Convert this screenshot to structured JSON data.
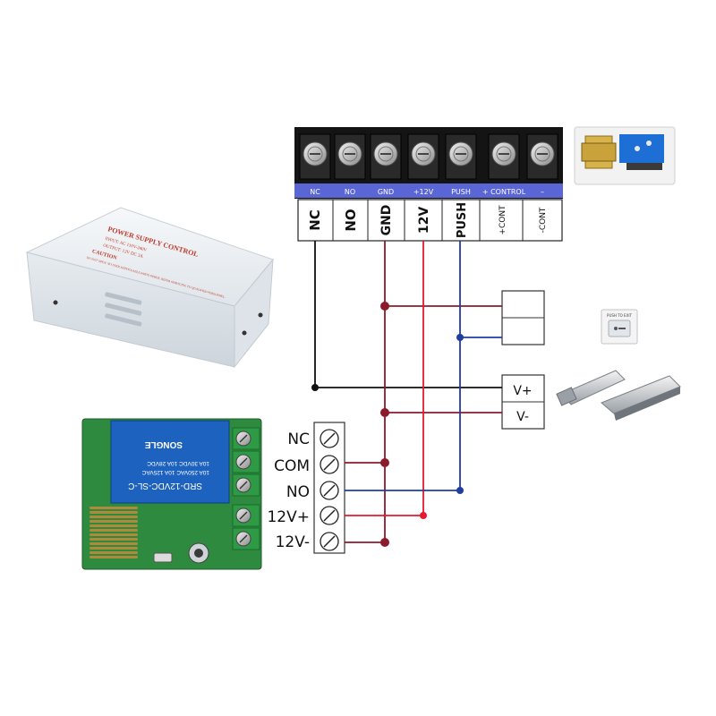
{
  "controller_terminals": {
    "strip_labels": [
      "NC",
      "NO",
      "GND",
      "+12V",
      "PUSH",
      "+ CONTROL",
      "–"
    ],
    "box_labels": [
      "NC",
      "NO",
      "GND",
      "12V",
      "PUSH",
      "+CONT",
      "-CONT"
    ]
  },
  "power_supply_box": {
    "title": "POWER SUPPLY CONTROL",
    "input_line": "INPUT: AC 110V-240V",
    "output_line": "OUTPUT: 12V DC 3A",
    "caution_title": "CAUTION",
    "caution_text": "DO NOT OPEN. NO USER SERVICEABLE PARTS INSIDE. REFER SERVICING TO QUALIFIED PERSONNEL."
  },
  "relay_module": {
    "relay_text_1": "SRD-12VDC-SL-C",
    "relay_text_2": "10A 250VAC 10A 125VAC",
    "relay_text_3": "10A 30VDC 10A 28VDC",
    "brand": "SONGLE",
    "terminals": [
      "NC",
      "COM",
      "NO",
      "12V+",
      "12V-"
    ]
  },
  "lock_terminals": [
    "V+",
    "V-"
  ],
  "exit_button_text": "PUSH TO EXIT",
  "colors": {
    "wire_black": "#111111",
    "wire_maroon": "#8b1a2b",
    "wire_red": "#e8192c",
    "wire_blue": "#1f3ea0",
    "terminal_strip": "#141414",
    "strip_label_bg": "#5b66d6",
    "pcb_green": "#2e8a3e",
    "relay_blue": "#1e62c0",
    "terminal_green": "#2f9a45",
    "psu_box": "#eef2f4"
  },
  "icons": [
    "screw-terminal-icon",
    "exit-button-icon",
    "magnetic-lock-icon",
    "electric-bolt-icon",
    "junction-dot-icon"
  ]
}
